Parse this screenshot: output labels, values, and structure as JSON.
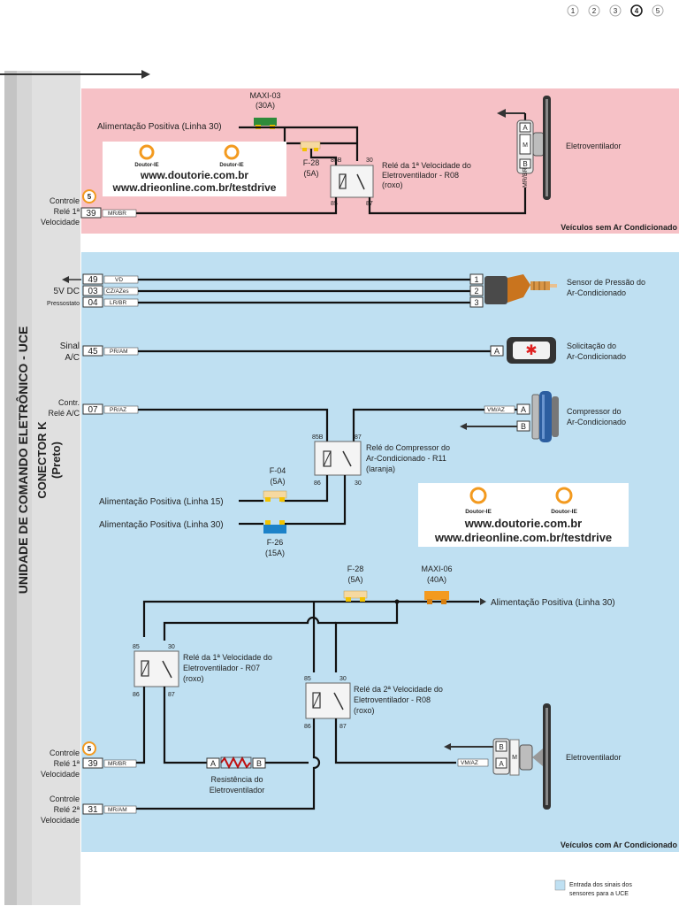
{
  "page_indicator": {
    "pages": [
      "1",
      "2",
      "3",
      "4",
      "5"
    ],
    "current": "4"
  },
  "uce_label": {
    "line1": "UNIDADE DE COMANDO ELETRÔNICO - UCE",
    "line2": "CONECTOR K",
    "line3": "(Preto)"
  },
  "top_panel": {
    "footer": "Veículos sem Ar Condicionado",
    "power_label": "Alimentação Positiva (Linha 30)",
    "maxi_fuse": {
      "name": "MAXI-03",
      "rating": "(30A)"
    },
    "fuse": {
      "name": "F-28",
      "rating": "(5A)"
    },
    "relay": {
      "line1": "Relé da 1ª Velocidade do",
      "line2": "Eletroventilador - R08",
      "line3": "(roxo)",
      "pins": [
        "85B",
        "30",
        "85",
        "87"
      ]
    },
    "fan": {
      "label": "Eletroventilador",
      "pin_a": "A",
      "pin_m": "M",
      "pin_b": "B",
      "wire": "MR/BR"
    },
    "control": {
      "line1": "Controle",
      "line2": "Relé 1ª",
      "line3": "Velocidade",
      "badge": "5",
      "pin": "39",
      "wire": "MR/BR"
    },
    "ad": {
      "brand": "Doutor-IE",
      "brand2": "Doutor-IE",
      "url1": "www.doutorie.com.br",
      "url2": "www.drieonline.com.br/testdrive"
    }
  },
  "bottom_panel": {
    "footer": "Veículos com Ar Condicionado",
    "pressure": {
      "left1": "5V DC",
      "left2": "Pressostato",
      "rows": [
        {
          "pin": "49",
          "wire": "VD",
          "conn": "1"
        },
        {
          "pin": "03",
          "wire": "CZ/AZes",
          "conn": "2"
        },
        {
          "pin": "04",
          "wire": "LR/BR",
          "conn": "3"
        }
      ],
      "label1": "Sensor de Pressão do",
      "label2": "Ar-Condicionado"
    },
    "ac_signal": {
      "left1": "Sinal",
      "left2": "A/C",
      "pin": "45",
      "wire": "PR/AM",
      "conn": "A",
      "label1": "Solicitação do",
      "label2": "Ar-Condicionado"
    },
    "compressor": {
      "left1": "Contr.",
      "left2": "Relé A/C",
      "pin": "07",
      "wire": "PR/AZ",
      "wire2": "VM/AZ",
      "conn_a": "A",
      "conn_b": "B",
      "label1": "Compressor do",
      "label2": "Ar-Condicionado",
      "relay": {
        "line1": "Relé do Compressor do",
        "line2": "Ar-Condicionado - R11",
        "line3": "(laranja)",
        "pins": [
          "85B",
          "87",
          "86",
          "30"
        ]
      },
      "fuse_a": {
        "name": "F-04",
        "rating": "(5A)"
      },
      "fuse_b": {
        "name": "F-26",
        "rating": "(15A)"
      },
      "power15": "Alimentação Positiva (Linha 15)",
      "power30": "Alimentação Positiva (Linha 30)"
    },
    "ad": {
      "brand": "Doutor-IE",
      "brand2": "Doutor-IE",
      "url1": "www.doutorie.com.br",
      "url2": "www.drieonline.com.br/testdrive"
    },
    "fan_circuit": {
      "fuse": {
        "name": "F-28",
        "rating": "(5A)"
      },
      "maxi": {
        "name": "MAXI-06",
        "rating": "(40A)"
      },
      "power30": "Alimentação Positiva (Linha 30)",
      "relay1": {
        "line1": "Relé da 1ª Velocidade do",
        "line2": "Eletroventilador - R07",
        "line3": "(roxo)",
        "pins": [
          "85",
          "30",
          "86",
          "87"
        ]
      },
      "relay2": {
        "line1": "Relé da 2ª Velocidade do",
        "line2": "Eletroventilador - R08",
        "line3": "(roxo)",
        "pins": [
          "85",
          "30",
          "86",
          "87"
        ]
      },
      "resistor": {
        "label1": "Resistência do",
        "label2": "Eletroventilador",
        "pin_a": "A",
        "pin_b": "B"
      },
      "fan": {
        "label": "Eletroventilador",
        "pin_a": "A",
        "pin_b": "B",
        "pin_m": "M",
        "wire": "VM/AZ"
      },
      "control1": {
        "line1": "Controle",
        "line2": "Relé 1ª",
        "line3": "Velocidade",
        "badge": "5",
        "pin": "39",
        "wire": "MR/BR"
      },
      "control2": {
        "line1": "Controle",
        "line2": "Relé 2ª",
        "line3": "Velocidade",
        "pin": "31",
        "wire": "MR/AM"
      }
    }
  },
  "legend": {
    "line1": "Entrada dos sinais dos",
    "line2": "sensores para a UCE",
    "color": "#bfe0f2"
  },
  "colors": {
    "top_bg": "#f6c1c6",
    "bottom_bg": "#bfe0f2",
    "uce_bg": "#d4d4d4",
    "fuse_yellow": "#f2c200",
    "fuse_orange": "#f39a1f",
    "fuse_blue": "#1c82c9",
    "fuse_green": "#2e8b3a",
    "fuse_cream": "#f6d9a0"
  }
}
